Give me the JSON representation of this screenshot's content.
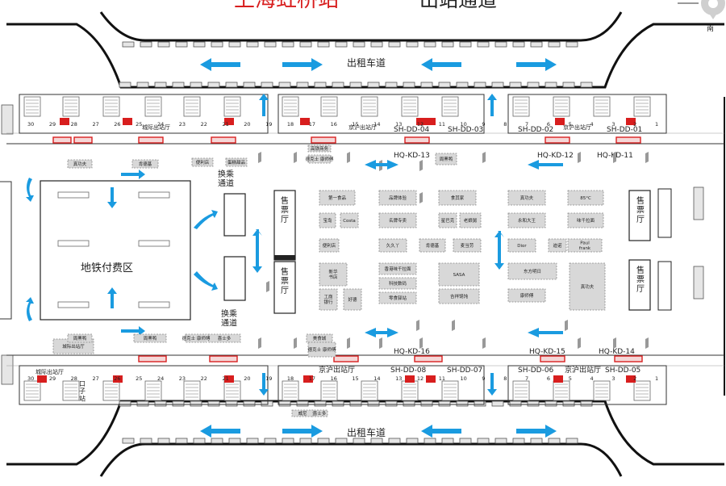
{
  "header": {
    "station_name": "上海虹桥站",
    "subtitle": "出站通道",
    "compass_label": "南"
  },
  "lanes": {
    "top_taxi": "出租车道",
    "bottom_taxi": "出租车道"
  },
  "areas": {
    "metro_paid": "地铁付费区",
    "transfer_a": "换乘\n通道",
    "transfer_b": "换乘\n通道",
    "ticket_a": "售\n票\n厅",
    "ticket_b": "售\n票\n厅",
    "ticket_c": "售\n票\n厅",
    "ticket_d": "售\n票\n厅",
    "exit_port": "口\n子\n站"
  },
  "halls": {
    "top": [
      "城际出站厅",
      "京沪出站厅",
      "京沪出站厅"
    ],
    "bottom": [
      "城际出站厅",
      "京沪出站厅",
      "京沪出站厅"
    ]
  },
  "codes": {
    "top": [
      "SH-DD-04",
      "SH-DD-03",
      "SH-DD-02",
      "SH-DD-01"
    ],
    "hq_top": [
      "HQ-KD-13",
      "HQ-KD-12",
      "HQ-KD-11"
    ],
    "hq_bottom": [
      "HQ-KD-16",
      "HQ-KD-15",
      "HQ-KD-14"
    ],
    "bottom": [
      "SH-DD-08",
      "SH-DD-07",
      "SH-DD-06",
      "SH-DD-05"
    ]
  },
  "gate_numbers": {
    "top_row": [
      "30",
      "29",
      "28",
      "27",
      "26",
      "25",
      "24",
      "23",
      "22",
      "21",
      "20",
      "19",
      "18",
      "17",
      "16",
      "15",
      "14",
      "13",
      "12",
      "11",
      "10",
      "9",
      "8",
      "7",
      "6",
      "5",
      "4",
      "3",
      "2",
      "1"
    ],
    "bottom_row": [
      "30",
      "29",
      "28",
      "27",
      "26",
      "25",
      "24",
      "23",
      "22",
      "21",
      "20",
      "19",
      "18",
      "17",
      "16",
      "15",
      "14",
      "13",
      "12",
      "11",
      "10",
      "9",
      "8",
      "7",
      "6",
      "5",
      "4",
      "3",
      "2",
      "1"
    ]
  },
  "shops": [
    {
      "name": "第一食品"
    },
    {
      "name": "品牌体验"
    },
    {
      "name": "食其家"
    },
    {
      "name": "宝岛"
    },
    {
      "name": "Costa"
    },
    {
      "name": "名牌专卖"
    },
    {
      "name": "星巴克"
    },
    {
      "name": "老娘舅"
    },
    {
      "name": "真功夫"
    },
    {
      "name": "85°C"
    },
    {
      "name": "永和大王"
    },
    {
      "name": "味千拉面"
    },
    {
      "name": "便利店"
    },
    {
      "name": "久久丫"
    },
    {
      "name": "肯德基"
    },
    {
      "name": "麦当劳"
    },
    {
      "name": "Dior"
    },
    {
      "name": "迪诺"
    },
    {
      "name": "Paul\nfrank"
    },
    {
      "name": "新华\n书店"
    },
    {
      "name": "香港味千拉面"
    },
    {
      "name": "SASA"
    },
    {
      "name": "东方明日"
    },
    {
      "name": "工商\n银行"
    },
    {
      "name": "好德"
    },
    {
      "name": "科技数码"
    },
    {
      "name": "零食驿站"
    },
    {
      "name": "吉祥馄饨"
    },
    {
      "name": "康师傅"
    },
    {
      "name": "真功夫"
    },
    {
      "name": "周黑鸭"
    },
    {
      "name": "真功夫"
    },
    {
      "name": "肯德基"
    },
    {
      "name": "德克士 康师傅"
    },
    {
      "name": "城际出站厅"
    },
    {
      "name": "周黑鸭"
    },
    {
      "name": "喜士多"
    },
    {
      "name": "美食城"
    },
    {
      "name": "德克士 康师傅"
    },
    {
      "name": "喜士多"
    },
    {
      "name": "周黑鸭"
    },
    {
      "name": "蛋糕甜品"
    },
    {
      "name": "高铁商务"
    },
    {
      "name": "便利店"
    },
    {
      "name": "德克士 康师傅"
    },
    {
      "name": "威尼"
    }
  ],
  "colors": {
    "arrow": "#1a9be0",
    "gate_marker": "#d81e1e",
    "title_red": "#d81e1e"
  }
}
